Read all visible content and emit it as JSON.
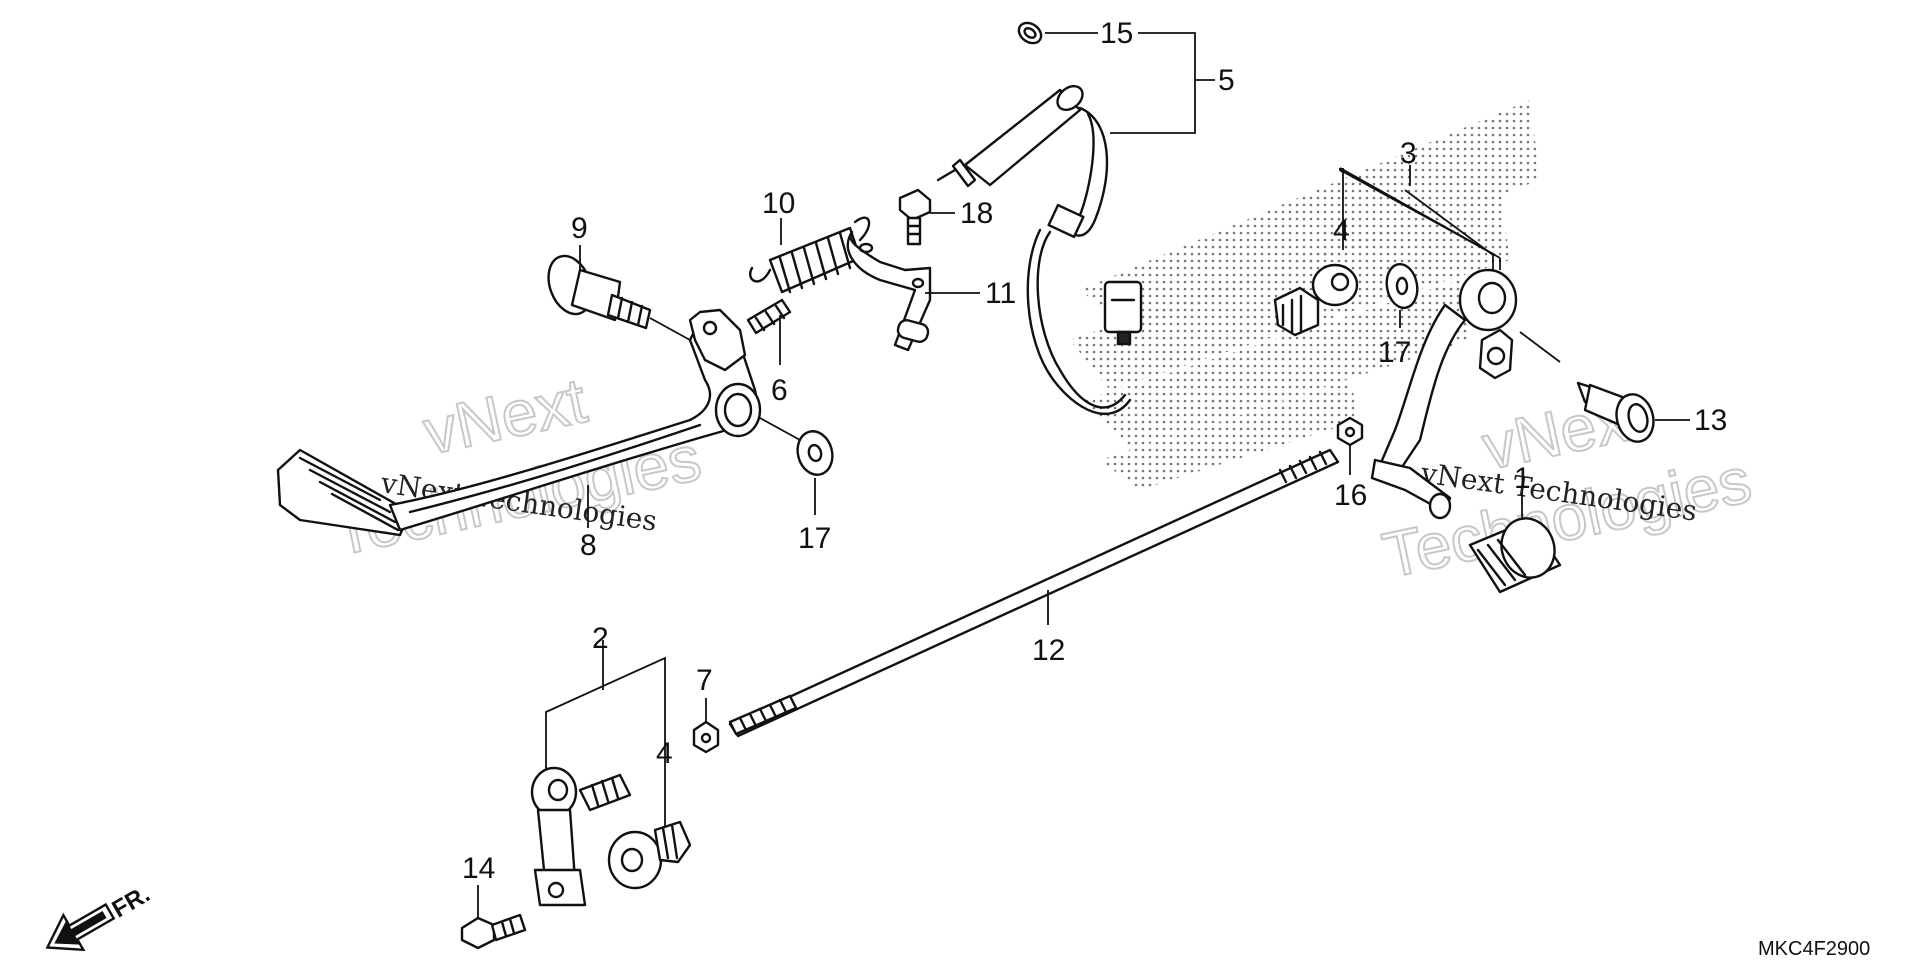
{
  "diagram": {
    "callouts": {
      "c1": "1",
      "c2": "2",
      "c3": "3",
      "c4a": "4",
      "c4b": "4",
      "c5": "5",
      "c6": "6",
      "c7": "7",
      "c8": "8",
      "c9": "9",
      "c10": "10",
      "c11": "11",
      "c12": "12",
      "c13": "13",
      "c14": "14",
      "c15": "15",
      "c16": "16",
      "c17a": "17",
      "c17b": "17",
      "c18": "18"
    },
    "direction_marker": "FR.",
    "diagram_code": "MKC4F2900"
  },
  "watermark": {
    "line1": "vNext",
    "line2": "Technologies",
    "serif": "vNext Technologies"
  }
}
